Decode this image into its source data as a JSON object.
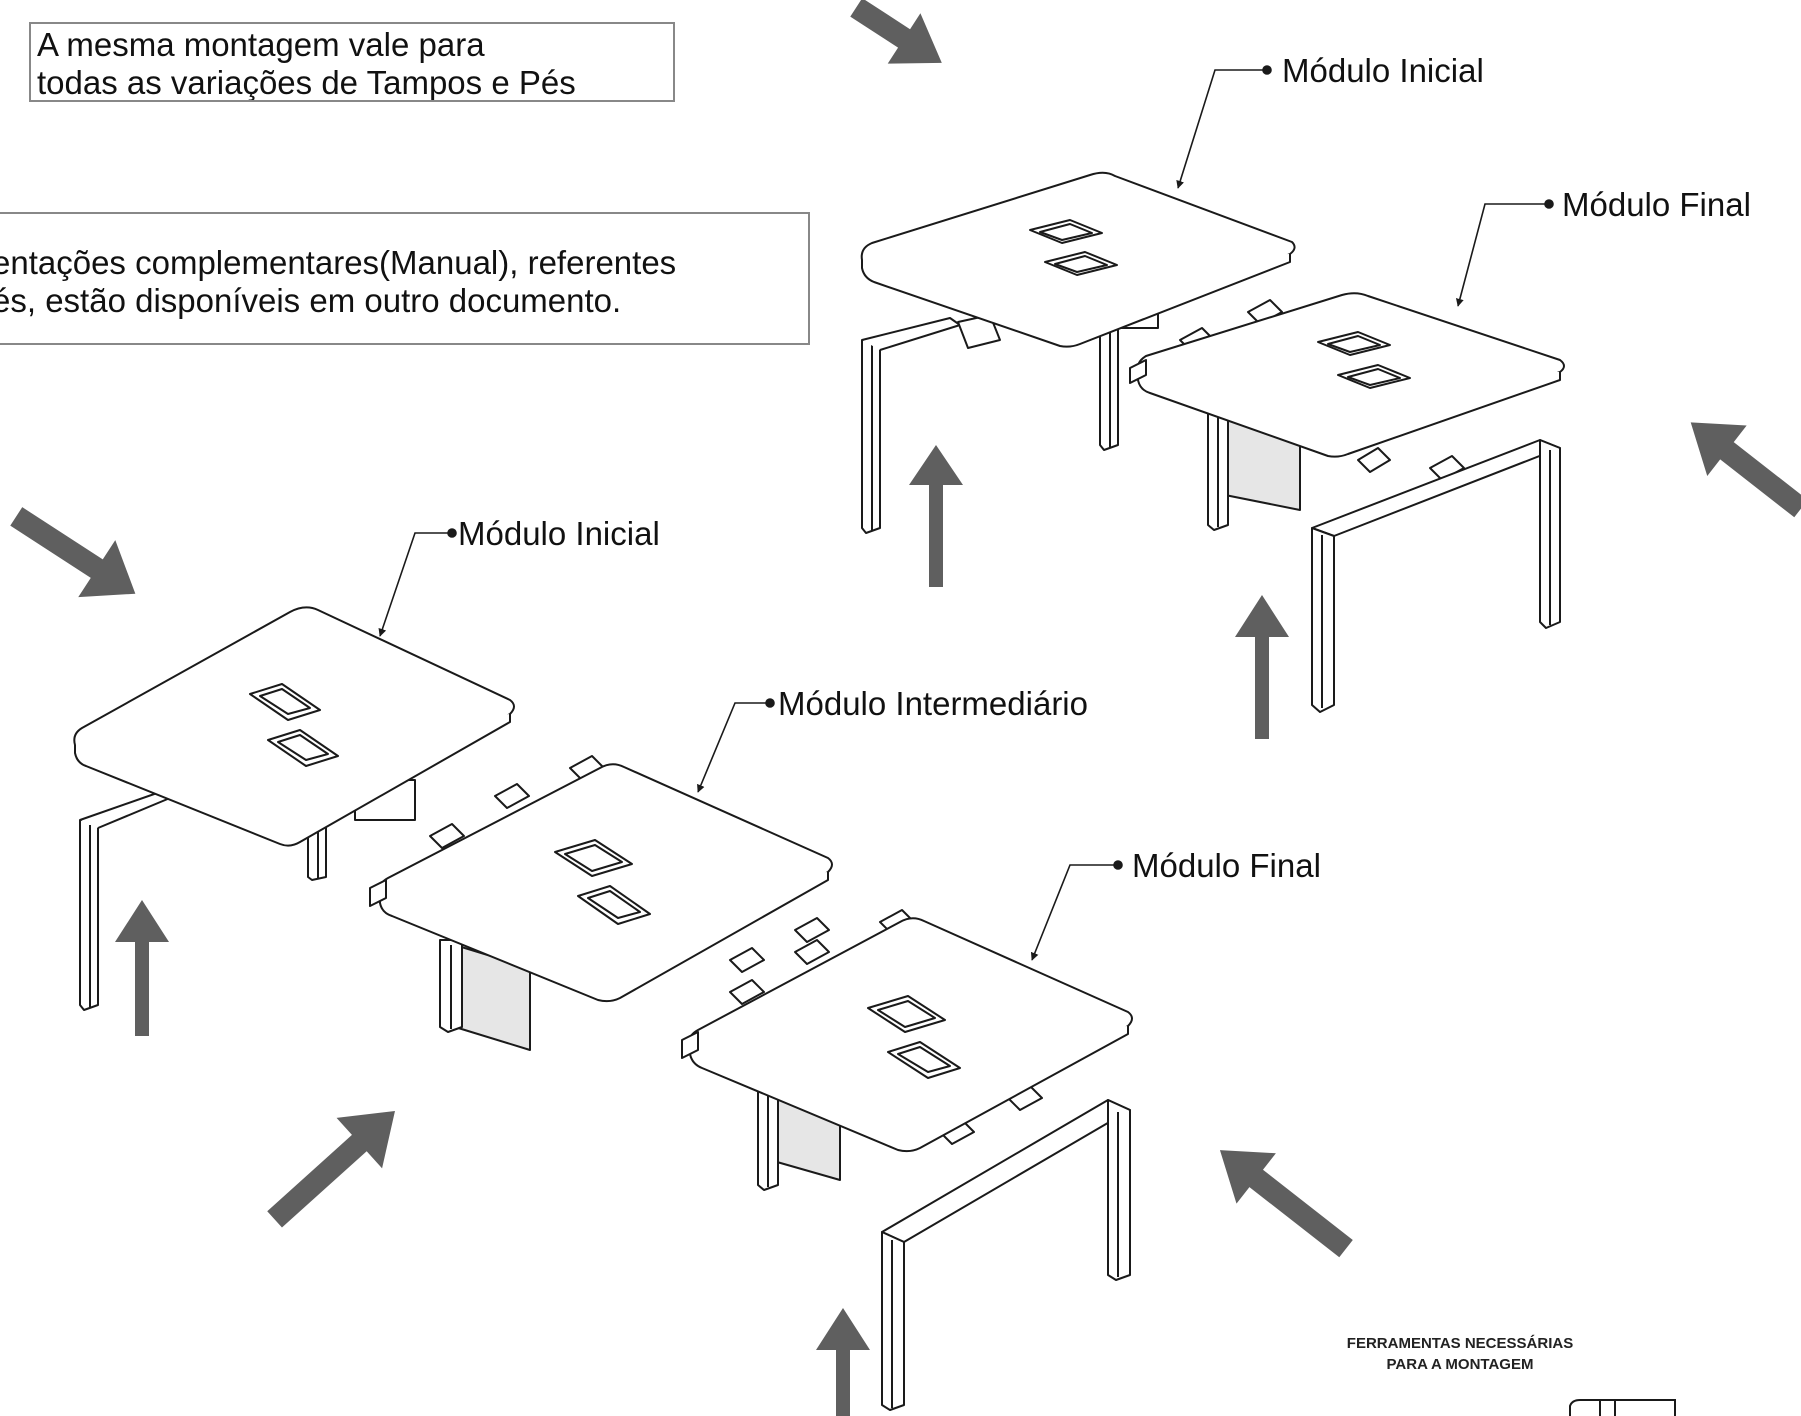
{
  "notes": {
    "same_assembly": [
      "A mesma montagem vale para",
      "todas as variações de Tampos e Pés"
    ],
    "complementary": [
      "entações complementares(Manual), referentes",
      "és, estão disponíveis em outro documento."
    ]
  },
  "labels": {
    "top_initial": "Módulo Inicial",
    "top_final": "Módulo Final",
    "bottom_initial": "Módulo Inicial",
    "bottom_intermediate": "Módulo Intermediário",
    "bottom_final": "Módulo Final"
  },
  "tools": {
    "line1": "FERRAMENTAS NECESSÁRIAS",
    "line2": "PARA A MONTAGEM"
  },
  "colors": {
    "arrow": "#5f5f5f",
    "line": "#1a1a1a",
    "box_border": "#888888",
    "panel": "#e6e6e6"
  }
}
